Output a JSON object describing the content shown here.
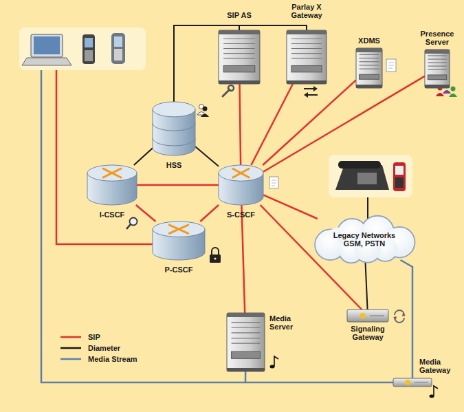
{
  "diagram": {
    "nodes": [
      {
        "text": [
          "SIP AS"
        ]
      },
      {
        "text": [
          "Parlay X Gateway"
        ]
      },
      {
        "text": [
          "XDMS"
        ]
      },
      {
        "text": [
          "Presence Server"
        ]
      },
      {
        "text": [
          "HSS"
        ]
      },
      {
        "text": [
          "I-CSCF"
        ]
      },
      {
        "text": [
          "S-CSCF"
        ]
      },
      {
        "text": [
          "P-CSCF"
        ]
      },
      {
        "text": [
          "Legacy Networks GSM, PSTN"
        ]
      },
      {
        "text": [
          "Media Server"
        ]
      },
      {
        "text": [
          "Signaling Gateway"
        ]
      },
      {
        "text": [
          "Media Gateway"
        ]
      }
    ],
    "edges": [
      {
        "from": 4,
        "to": 0,
        "arrow": "none"
      },
      {
        "from": 4,
        "to": 1,
        "arrow": "none"
      },
      {
        "from": 4,
        "to": 5,
        "arrow": "none"
      },
      {
        "from": 4,
        "to": 6,
        "arrow": "none"
      },
      {
        "from": 5,
        "to": 6,
        "arrow": "none"
      },
      {
        "from": 5,
        "to": 7,
        "arrow": "none"
      },
      {
        "from": 7,
        "to": 6,
        "arrow": "none"
      },
      {
        "from": 6,
        "to": 0,
        "arrow": "none"
      },
      {
        "from": 6,
        "to": 1,
        "arrow": "none"
      },
      {
        "from": 6,
        "to": 2,
        "arrow": "none"
      },
      {
        "from": 6,
        "to": 3,
        "arrow": "none"
      },
      {
        "from": 6,
        "to": 9,
        "arrow": "none"
      },
      {
        "from": 6,
        "to": 8,
        "arrow": "none"
      },
      {
        "from": 6,
        "to": 10,
        "arrow": "none"
      },
      {
        "from": 8,
        "to": 10,
        "arrow": "none"
      },
      {
        "from": 8,
        "to": 11,
        "arrow": "none"
      },
      {
        "from": 9,
        "to": 11,
        "arrow": "none"
      }
    ],
    "legend": [
      {
        "text": "SIP"
      },
      {
        "text": "Diameter"
      },
      {
        "text": "Media Stream"
      }
    ]
  }
}
